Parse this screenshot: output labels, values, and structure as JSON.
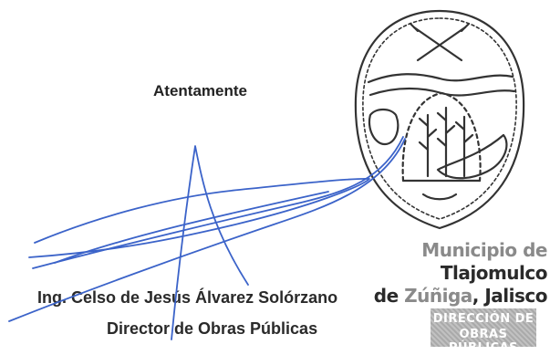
{
  "letter": {
    "closing": "Atentamente",
    "signer_name": "Ing. Celso de Jesús Álvarez Solórzano",
    "signer_title": "Director de Obras Públicas"
  },
  "seal": {
    "line1_part1": "Municipio de ",
    "line1_part2": "Tlajomulco",
    "line2_part1": "de ",
    "line2_part2": "Zúñiga",
    "line2_part3": ", Jalisco"
  },
  "stamp": {
    "line1": "DIRECCIÓN DE",
    "line2": "OBRAS PÚBLICAS"
  },
  "colors": {
    "signature_ink": "#3b63c9",
    "text": "#2a2a2a",
    "seal_line": "#333333",
    "stamp_background": "#b3b3b3"
  }
}
